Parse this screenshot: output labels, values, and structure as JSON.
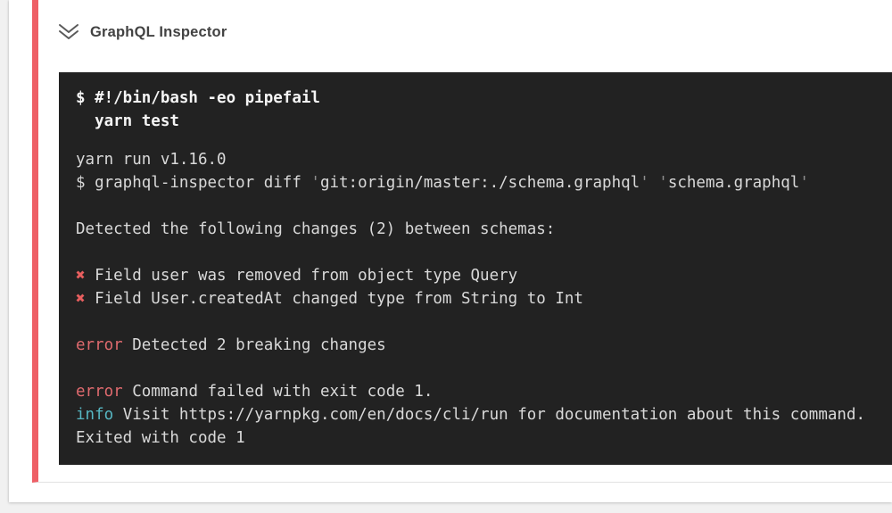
{
  "header": {
    "title": "GraphQL Inspector",
    "collapse_icon": "double-chevron-down-icon"
  },
  "colors": {
    "accent_stripe": "#ee5f66",
    "terminal_background": "#222222",
    "terminal_text": "#d9d9d9",
    "error_text": "#df6a6e",
    "info_text": "#56b6c2",
    "dim_text": "#8f8f8f",
    "x_mark": "#e85f5f"
  },
  "terminal": {
    "command_lines": [
      [
        {
          "t": "$ #!/bin/bash -eo pipefail",
          "s": "bold"
        }
      ],
      [
        {
          "t": "  yarn test",
          "s": "bold"
        }
      ]
    ],
    "output_lines": [
      [
        {
          "t": "yarn run v1.16.0",
          "s": "default"
        }
      ],
      [
        {
          "t": "$ graphql-inspector diff ",
          "s": "default"
        },
        {
          "t": "'",
          "s": "dim"
        },
        {
          "t": "git:origin/master:./schema.graphql",
          "s": "default"
        },
        {
          "t": "'",
          "s": "dim"
        },
        {
          "t": " ",
          "s": "default"
        },
        {
          "t": "'",
          "s": "dim"
        },
        {
          "t": "schema.graphql",
          "s": "default"
        },
        {
          "t": "'",
          "s": "dim"
        }
      ],
      [],
      [
        {
          "t": "Detected the following changes (2) between schemas:",
          "s": "default"
        }
      ],
      [],
      [
        {
          "t": "✖",
          "s": "xmark"
        },
        {
          "t": " Field user was removed from object type Query",
          "s": "default"
        }
      ],
      [
        {
          "t": "✖",
          "s": "xmark"
        },
        {
          "t": " Field User.createdAt changed type from String to Int",
          "s": "default"
        }
      ],
      [],
      [
        {
          "t": "error",
          "s": "error"
        },
        {
          "t": " Detected 2 breaking changes",
          "s": "default"
        }
      ],
      [],
      [
        {
          "t": "error",
          "s": "error"
        },
        {
          "t": " Command failed with exit code 1.",
          "s": "default"
        }
      ],
      [
        {
          "t": "info",
          "s": "info"
        },
        {
          "t": " Visit https://yarnpkg.com/en/docs/cli/run for documentation about this command.",
          "s": "default"
        }
      ],
      [
        {
          "t": "Exited with code 1",
          "s": "default"
        }
      ]
    ]
  }
}
